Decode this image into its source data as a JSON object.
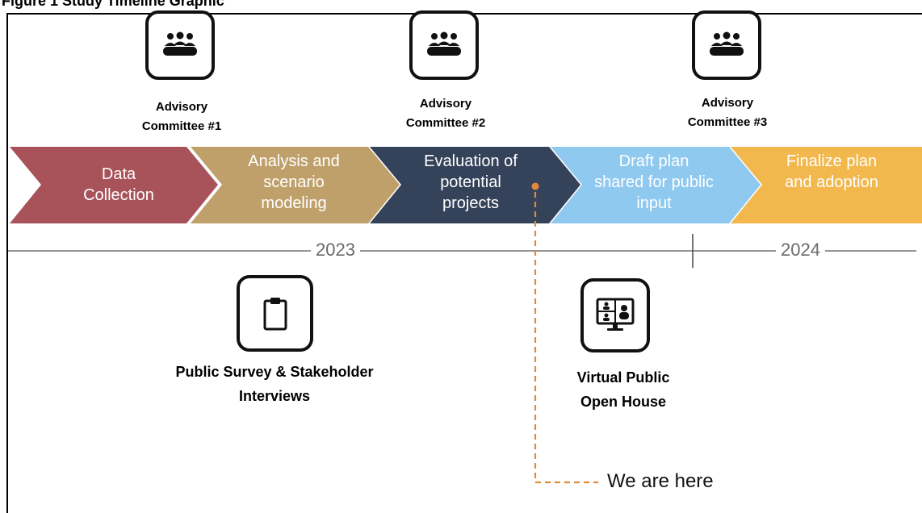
{
  "figure_caption": "Figure 1 Study Timeline Graphic",
  "committees": [
    {
      "label": "Advisory Committee #1",
      "icon": "meeting-group-icon"
    },
    {
      "label": "Advisory Committee #2",
      "icon": "meeting-group-icon"
    },
    {
      "label": "Advisory Committee #3",
      "icon": "meeting-group-icon"
    }
  ],
  "phases": [
    {
      "label": "Data Collection",
      "color": "#a8525a"
    },
    {
      "label": "Analysis and scenario modeling",
      "color": "#bfa06a"
    },
    {
      "label": "Evaluation of potential projects",
      "color": "#35435a"
    },
    {
      "label": "Draft plan shared for public input",
      "color": "#8fc9ef"
    },
    {
      "label": "Finalize plan and adoption",
      "color": "#f2b84d"
    }
  ],
  "years": [
    "2023",
    "2024"
  ],
  "events": [
    {
      "label": "Public Survey & Stakeholder Interviews",
      "icon": "clipboard-icon"
    },
    {
      "label": "Virtual Public Open House",
      "icon": "video-conference-icon"
    }
  ],
  "marker": {
    "label": "We are here",
    "color": "#e08a3c"
  }
}
